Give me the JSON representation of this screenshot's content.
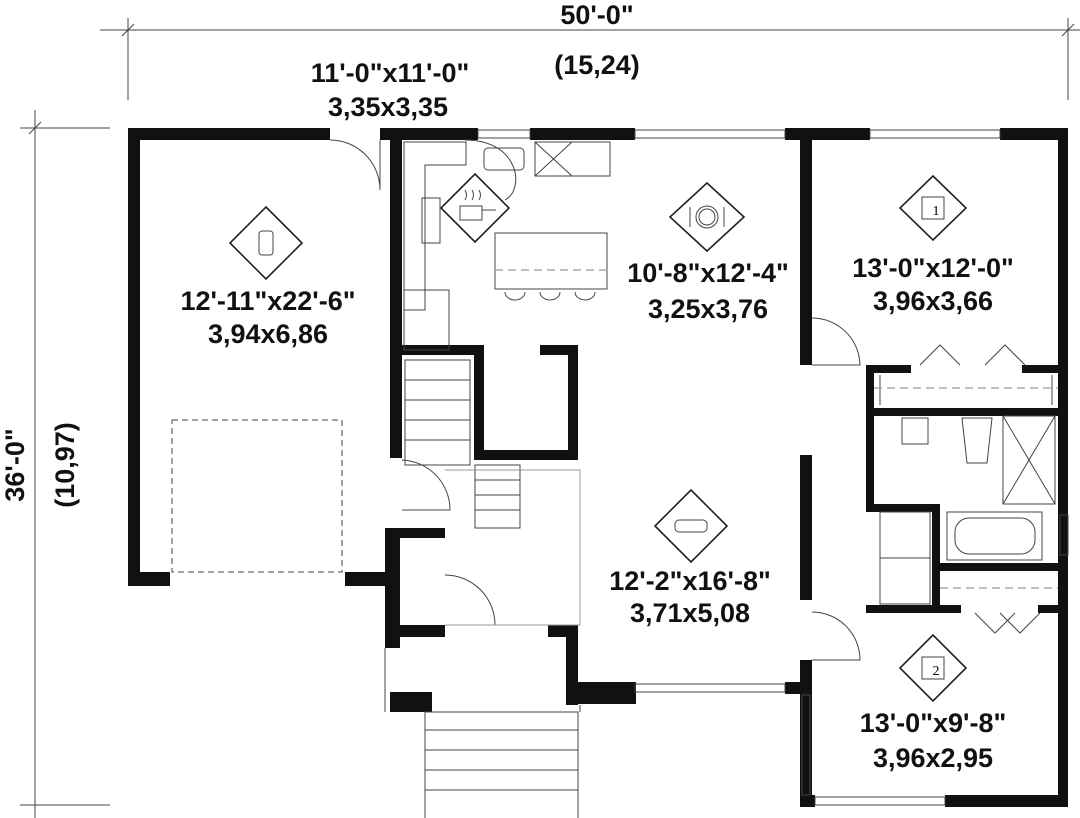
{
  "overall": {
    "width_imperial": "50'-0\"",
    "width_metric": "(15,24)",
    "depth_imperial": "36'-0\"",
    "depth_metric": "(10,97)"
  },
  "rooms": [
    {
      "name": "kitchen",
      "icon": "cooking-pot-icon",
      "imperial": "11'-0\"x11'-0\"",
      "metric": "3,35x3,35"
    },
    {
      "name": "garage",
      "icon": "car-icon",
      "imperial": "12'-11\"x22'-6\"",
      "metric": "3,94x6,86"
    },
    {
      "name": "dining",
      "icon": "plate-cutlery-icon",
      "imperial": "10'-8\"x12'-4\"",
      "metric": "3,25x3,76"
    },
    {
      "name": "bedroom-1",
      "icon": "bed-1-icon",
      "icon_text": "1",
      "imperial": "13'-0\"x12'-0\"",
      "metric": "3,96x3,66"
    },
    {
      "name": "living",
      "icon": "sofa-icon",
      "imperial": "12'-2\"x16'-8\"",
      "metric": "3,71x5,08"
    },
    {
      "name": "bedroom-2",
      "icon": "bed-2-icon",
      "icon_text": "2",
      "imperial": "13'-0\"x9'-8\"",
      "metric": "3,96x2,95"
    }
  ]
}
